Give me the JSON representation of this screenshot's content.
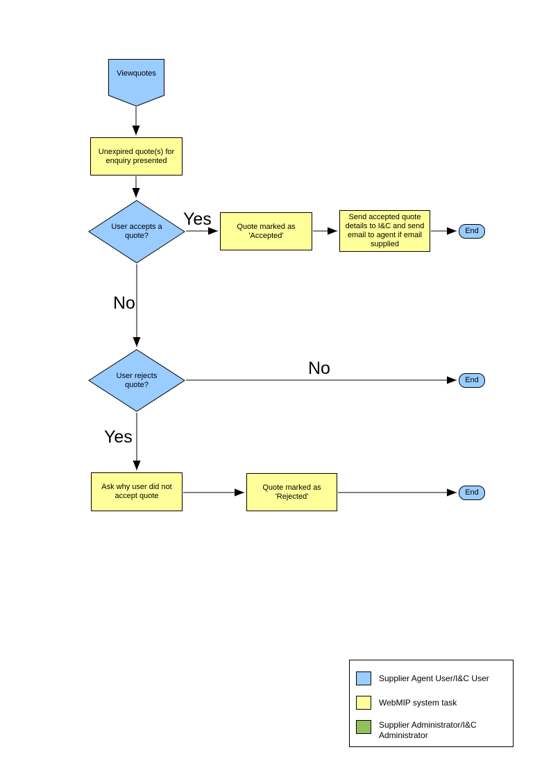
{
  "colors": {
    "actor_blue": "#99CCFF",
    "task_yellow": "#FFFF99",
    "admin_green": "#92C05A",
    "line_black": "#000000",
    "background": "#FFFFFF"
  },
  "flowchart": {
    "start_label": "Viewquotes",
    "present_box": "Unexpired quote(s) for enquiry presented",
    "accept_decision": "User accepts a quote?",
    "accepted_box": "Quote  marked as 'Accepted'",
    "send_box": "Send accepted quote details to I&C and send email to agent if email supplied",
    "reject_decision": "User rejects quote?",
    "ask_box": "Ask why user did not accept quote",
    "rejected_box": "Quote  marked as 'Rejected'",
    "end_labels": [
      "End",
      "End",
      "End"
    ],
    "edge_labels": {
      "accept_yes": "Yes",
      "accept_no": "No",
      "reject_no": "No",
      "reject_yes": "Yes"
    }
  },
  "legend": {
    "items": [
      {
        "label": "Supplier Agent User/I&C User",
        "color": "#99CCFF"
      },
      {
        "label": "WebMIP system task",
        "color": "#FFFF99"
      },
      {
        "label": "Supplier Administrator/I&C Administrator",
        "color": "#92C05A"
      }
    ]
  }
}
